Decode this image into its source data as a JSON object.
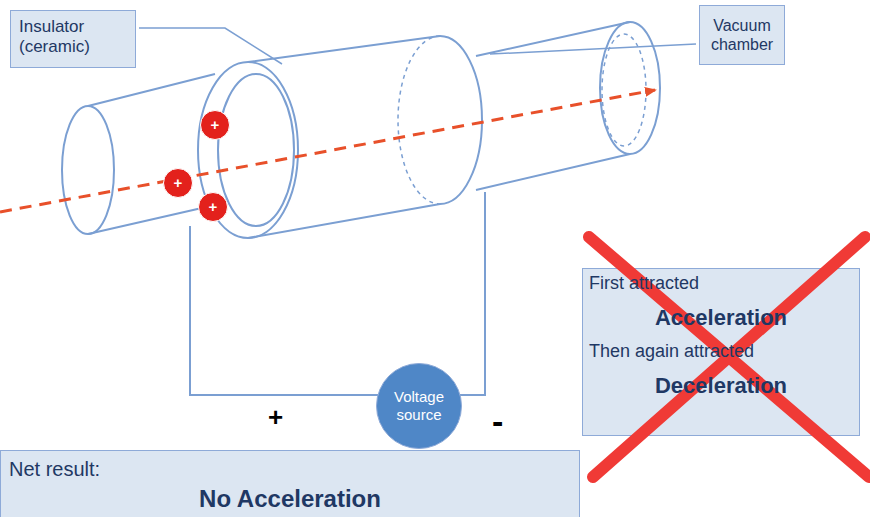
{
  "diagram": {
    "nodes": [
      {
        "text": [
          "Insulator (ceramic)"
        ]
      },
      {
        "text": [
          "Vacuum chamber"
        ]
      },
      {
        "text": [
          "+"
        ]
      },
      {
        "text": [
          "+"
        ]
      },
      {
        "text": [
          "+"
        ]
      },
      {
        "text": [
          "First attracted",
          "Acceleration",
          "Then again attracted",
          "Deceleration"
        ]
      },
      {
        "text": [
          "Voltage source"
        ]
      },
      {
        "text": [
          "Net result:",
          "No Acceleration"
        ]
      }
    ],
    "labels": [
      "+",
      "-"
    ]
  }
}
